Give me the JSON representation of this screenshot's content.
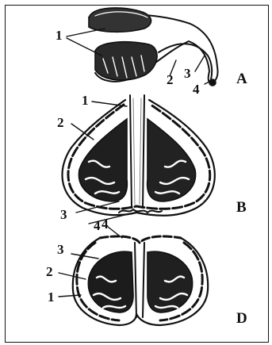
{
  "figure": {
    "panels": [
      {
        "id": "A",
        "label": "A",
        "part_labels": [
          "1",
          "2",
          "3",
          "4"
        ]
      },
      {
        "id": "B",
        "label": "B",
        "part_labels": [
          "1",
          "2",
          "3",
          "4"
        ]
      },
      {
        "id": "D",
        "label": "D",
        "part_labels": [
          "1",
          "2",
          "3",
          "4"
        ]
      }
    ]
  }
}
